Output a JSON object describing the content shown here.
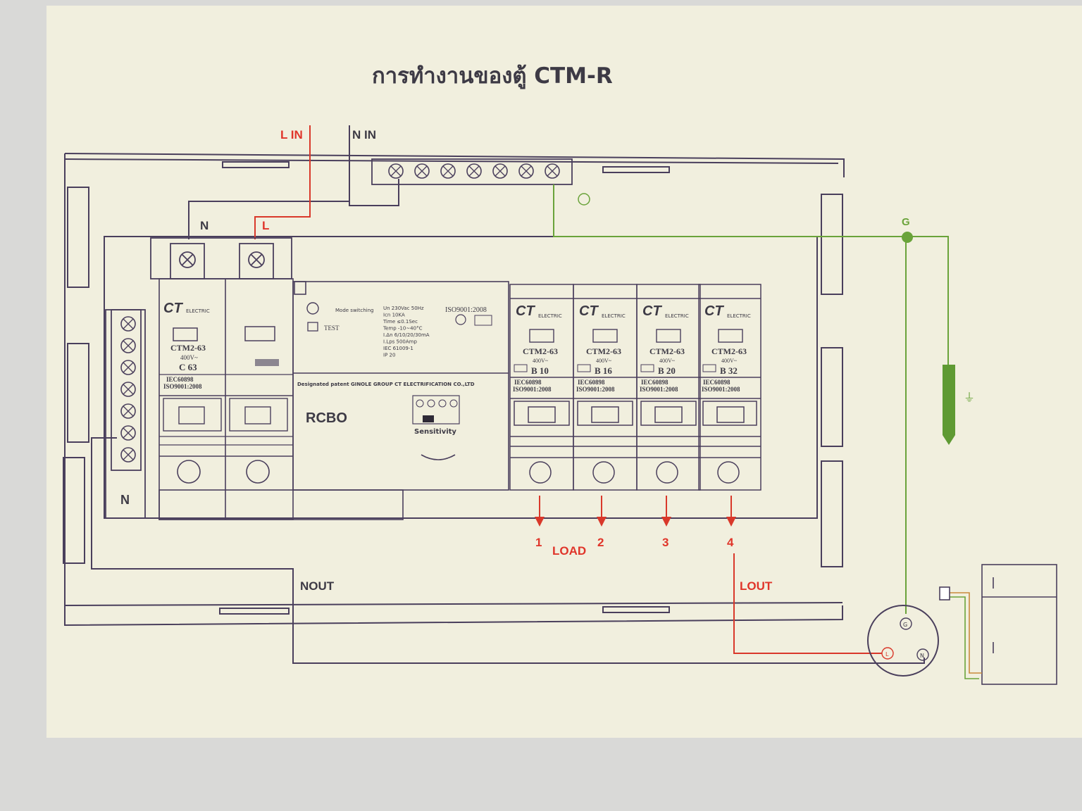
{
  "title": "การทำงานของตู้ CTM-R",
  "supply": {
    "l_in": "L IN",
    "n_in": "N IN",
    "n": "N",
    "l": "L",
    "ground": "G",
    "n_bar": "N"
  },
  "outputs": {
    "nout": "NOUT",
    "lout": "LOUT",
    "load": "LOAD",
    "socket_g": "G",
    "socket_l": "L",
    "socket_n": "N"
  },
  "rcbo": {
    "label": "RCBO",
    "mode": "Mode switching",
    "test": "TEST",
    "iso": "ISO9001:2008",
    "patent": "Designated patent  GINOLE GROUP CT ELECTRIFICATION CO.,LTD",
    "sensitivity": "Sensitivity",
    "specs": [
      "Un    230Vac 50Hz",
      "Icn   10KA",
      "Time  ≤0.1Sec",
      "Temp  -10~40°C",
      "I.Δn  6/10/20/30mA",
      "I.Lps  500Amp",
      "IEC 61009-1",
      "IP 20"
    ]
  },
  "breakers": {
    "main": {
      "brand": "CT",
      "brand_sub": "ELECTRIC",
      "model": "CTM2-63",
      "voltage": "400V~",
      "rating": "C 63",
      "std1": "IEC60898",
      "std2": "ISO9001:2008"
    },
    "outputs": [
      {
        "brand": "CT",
        "brand_sub": "ELECTRIC",
        "model": "CTM2-63",
        "voltage": "400V~",
        "rating": "B 10",
        "std1": "IEC60898",
        "std2": "ISO9001:2008",
        "load_no": "1"
      },
      {
        "brand": "CT",
        "brand_sub": "ELECTRIC",
        "model": "CTM2-63",
        "voltage": "400V~",
        "rating": "B 16",
        "std1": "IEC60898",
        "std2": "ISO9001:2008",
        "load_no": "2"
      },
      {
        "brand": "CT",
        "brand_sub": "ELECTRIC",
        "model": "CTM2-63",
        "voltage": "400V~",
        "rating": "B 20",
        "std1": "IEC60898",
        "std2": "ISO9001:2008",
        "load_no": "3"
      },
      {
        "brand": "CT",
        "brand_sub": "ELECTRIC",
        "model": "CTM2-63",
        "voltage": "400V~",
        "rating": "B 32",
        "std1": "IEC60898",
        "std2": "ISO9001:2008",
        "load_no": "4"
      }
    ]
  },
  "colors": {
    "paper": "#f1efde",
    "line": "#4a3f5c",
    "live": "#d9382a",
    "earth": "#6aa33a",
    "label_red": "#e0352a"
  }
}
